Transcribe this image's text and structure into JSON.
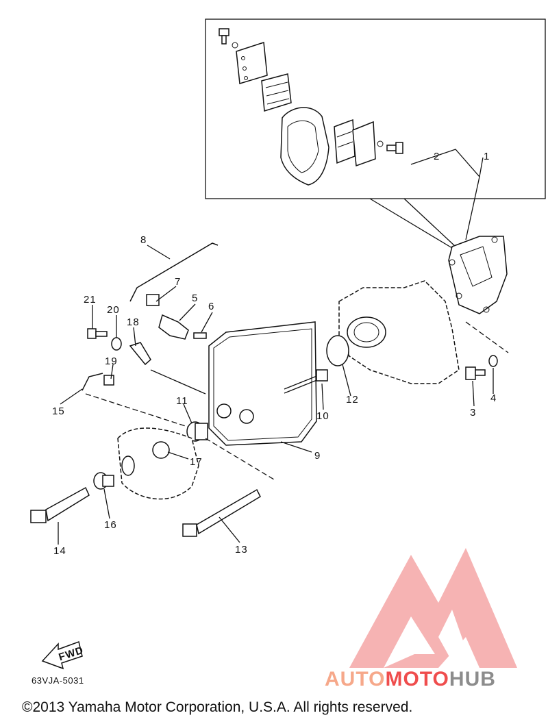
{
  "diagram": {
    "part_callouts": [
      "1",
      "2",
      "3",
      "4",
      "5",
      "6",
      "7",
      "8",
      "9",
      "10",
      "11",
      "12",
      "13",
      "14",
      "15",
      "16",
      "17",
      "18",
      "19",
      "20",
      "21"
    ],
    "arrow_label": "FWD",
    "drawing_code": "63VJA-5031"
  },
  "watermark": {
    "brand_part1": "AUTO",
    "brand_part2": "MOTO",
    "brand_part3": "HUB",
    "color_light": "#f6a88a",
    "color_mid": "#ef4d4d",
    "color_dark": "#8c8c8c"
  },
  "footer": {
    "copyright": "©2013 Yamaha Motor Corporation, U.S.A. All rights reserved."
  }
}
